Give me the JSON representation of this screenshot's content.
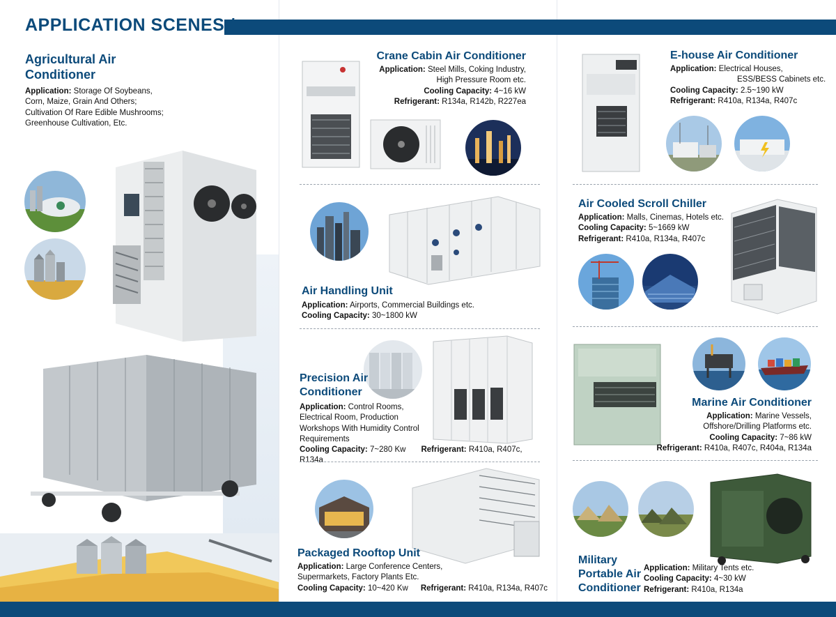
{
  "header": {
    "title": "APPLICATION SCENES /"
  },
  "colors": {
    "brand": "#0c4a7a",
    "accent": "#1a5c93",
    "divider": "#9aa3ad"
  },
  "labels": {
    "application": "Application:",
    "cooling_capacity": "Cooling Capacity:",
    "refrigerant": "Refrigerant:"
  },
  "products": {
    "agricultural": {
      "title_line1": "Agricultural Air",
      "title_line2": "Conditioner",
      "application_lines": [
        "Storage Of Soybeans,",
        "Corn, Maize, Grain And Others;",
        "Cultivation Of Rare Edible Mushrooms;",
        "Greenhouse Cultivation, Etc."
      ]
    },
    "crane_cabin": {
      "title": "Crane Cabin Air Conditioner",
      "application_line1": "Steel Mills, Coking Industry,",
      "application_line2": "High Pressure Room etc.",
      "cooling_capacity": "4~16 kW",
      "refrigerant": "R134a, R142b, R227ea"
    },
    "air_handling": {
      "title": "Air Handling Unit",
      "application": "Airports, Commercial Buildings etc.",
      "cooling_capacity": "30~1800 kW"
    },
    "precision": {
      "title_line1": "Precision Air",
      "title_line2": "Conditioner",
      "application_lines": [
        "Control Rooms,",
        "Electrical Room, Production",
        "Workshops With Humidity Control",
        "Requirements"
      ],
      "cooling_capacity": "7~280 Kw",
      "refrigerant": "R410a, R407c, R134a"
    },
    "rooftop": {
      "title": "Packaged Rooftop Unit",
      "application_line1": "Large Conference Centers,",
      "application_line2": "Supermarkets, Factory Plants Etc.",
      "cooling_capacity": "10~420 Kw",
      "refrigerant": "R410a, R134a, R407c"
    },
    "ehouse": {
      "title": "E-house Air Conditioner",
      "application_line1": "Electrical Houses,",
      "application_line2": "ESS/BESS Cabinets etc.",
      "cooling_capacity": "2.5~190 kW",
      "refrigerant": "R410a, R134a, R407c"
    },
    "scroll_chiller": {
      "title": "Air Cooled Scroll Chiller",
      "application": "Malls, Cinemas, Hotels etc.",
      "cooling_capacity": "5~1669 kW",
      "refrigerant": "R410a, R134a, R407c"
    },
    "marine": {
      "title": "Marine Air Conditioner",
      "application_line1": "Marine Vessels,",
      "application_line2": "Offshore/Drilling Platforms etc.",
      "cooling_capacity": "7~86 kW",
      "refrigerant": "R410a, R407c, R404a, R134a"
    },
    "military": {
      "title_line1": "Military",
      "title_line2": "Portable Air",
      "title_line3": "Conditioner",
      "application": "Military Tents etc.",
      "cooling_capacity": "4~30 kW",
      "refrigerant": "R410a, R134a"
    }
  },
  "icons": {
    "silo_photo": "grain-silo-photo-icon",
    "refinery_photo": "refinery-photo-icon",
    "city_photo": "city-skyline-photo-icon",
    "cleanroom_photo": "cleanroom-photo-icon",
    "mall_photo": "mall-building-photo-icon",
    "substation_photo": "substation-photo-icon",
    "construction_photo": "construction-tower-photo-icon",
    "oil_platform_photo": "oil-platform-photo-icon",
    "container_ship_photo": "container-ship-photo-icon",
    "tent_photo": "military-tent-photo-icon"
  }
}
